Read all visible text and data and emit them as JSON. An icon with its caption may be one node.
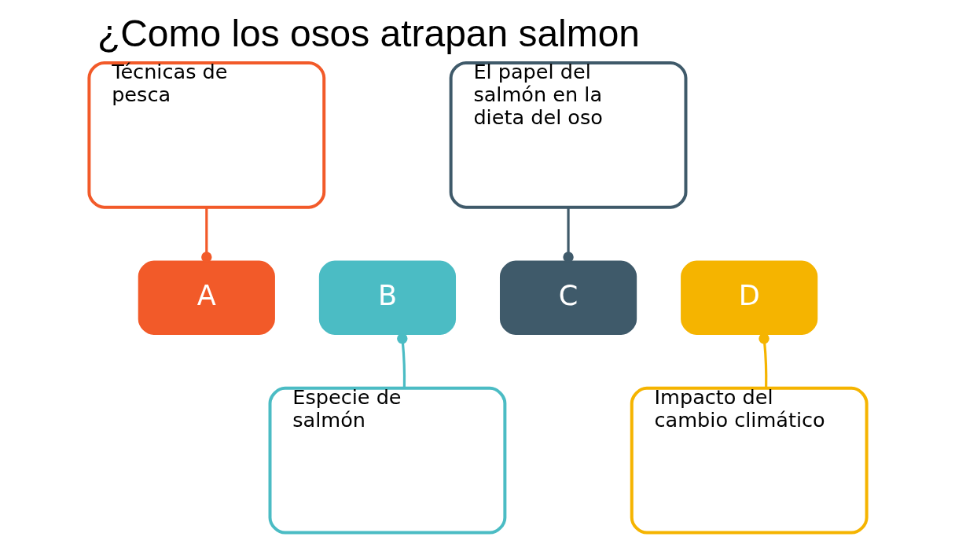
{
  "diagram": {
    "title": "¿Como los osos atrapan salmon",
    "nodes": [
      {
        "text": [
          "Técnicas de pesca"
        ]
      },
      {
        "text": [
          "El papel del salmón en la dieta del oso"
        ]
      },
      {
        "text": [
          "A"
        ]
      },
      {
        "text": [
          "B"
        ]
      },
      {
        "text": [
          "C"
        ]
      },
      {
        "text": [
          "D"
        ]
      },
      {
        "text": [
          "Especie de salmón"
        ]
      },
      {
        "text": [
          "Impacto del cambio climático"
        ]
      }
    ],
    "edges": [
      {
        "from": 0,
        "to": 2,
        "arrow": "other",
        "color": "#f25a29"
      },
      {
        "from": 1,
        "to": 4,
        "arrow": "other",
        "color": "#3f5a6a"
      },
      {
        "from": 6,
        "to": 3,
        "arrow": "other",
        "color": "#4bbcc4"
      },
      {
        "from": 7,
        "to": 5,
        "arrow": "other",
        "color": "#f5b400"
      }
    ]
  }
}
